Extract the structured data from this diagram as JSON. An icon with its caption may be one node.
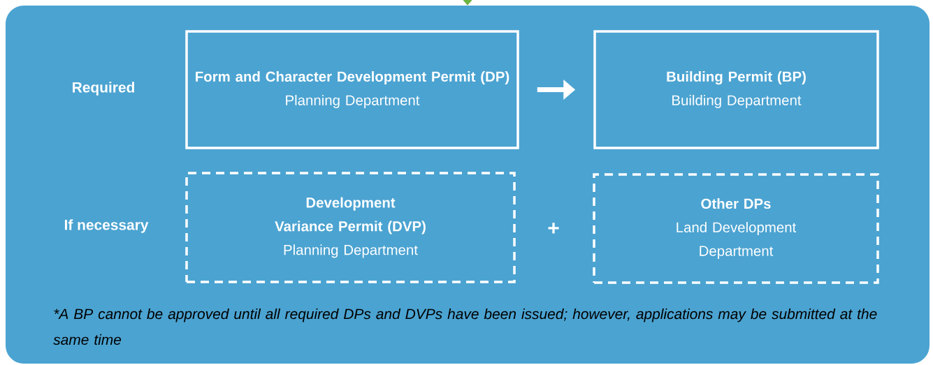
{
  "diagram": {
    "nodes": [
      {
        "text": [],
        "shape": "box"
      },
      {
        "text": [
          "Form and Character Development Permit (DP)",
          "Planning Department"
        ],
        "in": 0
      },
      {
        "text": [
          "Building Permit (BP)",
          "Building Department"
        ],
        "in": 0
      },
      {
        "text": [
          "Development Variance Permit (DVP)",
          "Planning Department"
        ],
        "in": 0
      },
      {
        "text": [
          "Other DPs",
          "Land Development Department"
        ],
        "in": 0
      }
    ],
    "edges": [
      {
        "from": null,
        "to": 0,
        "arrow": "to",
        "color": "#6cb33f"
      },
      {
        "from": 1,
        "to": 2,
        "arrow": "to"
      }
    ],
    "labels": [
      "Required",
      "If necessary",
      "+",
      "*A BP cannot be approved until all required DPs and DVPs have been issued; however, applications may be submitted at the same time"
    ]
  }
}
